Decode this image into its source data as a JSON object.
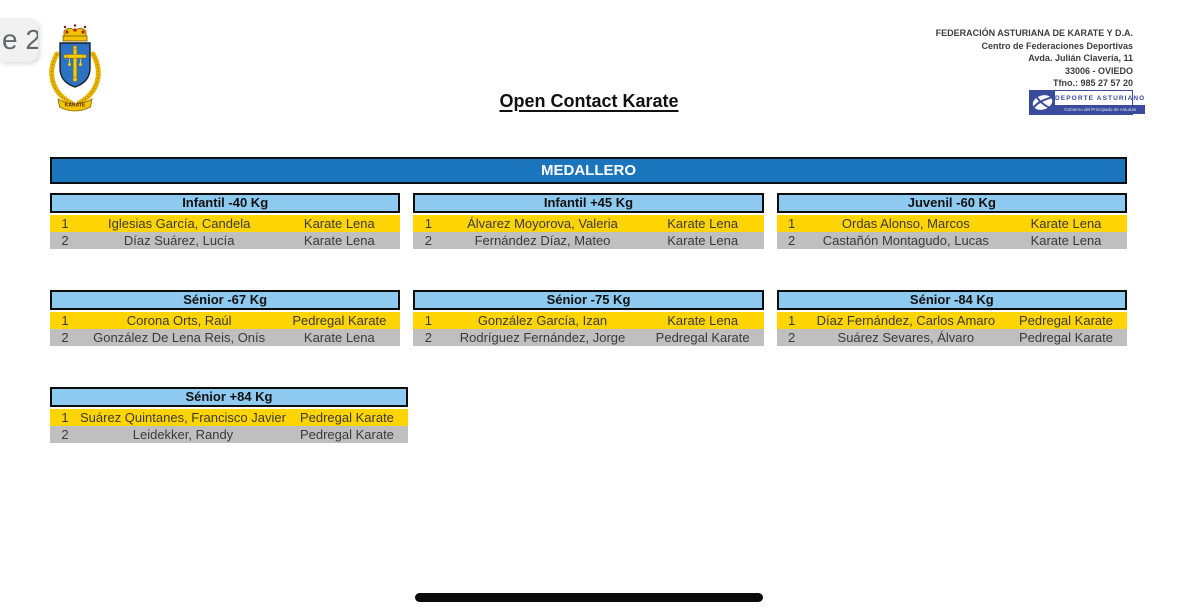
{
  "viewer": {
    "page_badge": "e 2"
  },
  "letterhead": {
    "org_lines": [
      "FEDERACIÓN ASTURIANA DE KARATE Y D.A.",
      "Centro de Federaciones Deportivas",
      "Avda. Julián Clavería, 11",
      "33006 - OVIEDO",
      "Tfno.: 985 27 57 20"
    ],
    "crest_caption": "KARATE",
    "sponsor": {
      "title": "DEPORTE ASTURIANO",
      "subtitle": "Gobierno del Principado de Asturias"
    }
  },
  "title": "Open Contact Karate",
  "medallero_heading": "MEDALLERO",
  "colors": {
    "banner_blue": "#1b75bc",
    "category_header_blue": "#8ecaef",
    "gold_row": "#ffd403",
    "silver_row": "#bfbfbf"
  },
  "categories": [
    {
      "name": "Infantil -40 Kg",
      "results": [
        {
          "rank": "1",
          "athlete": "Iglesias García, Candela",
          "club": "Karate Lena"
        },
        {
          "rank": "2",
          "athlete": "Díaz Suárez, Lucía",
          "club": "Karate Lena"
        }
      ]
    },
    {
      "name": "Infantil +45 Kg",
      "results": [
        {
          "rank": "1",
          "athlete": "Álvarez Moyorova, Valeria",
          "club": "Karate Lena"
        },
        {
          "rank": "2",
          "athlete": "Fernández Díaz, Mateo",
          "club": "Karate Lena"
        }
      ]
    },
    {
      "name": "Juvenil -60 Kg",
      "results": [
        {
          "rank": "1",
          "athlete": "Ordas Alonso, Marcos",
          "club": "Karate Lena"
        },
        {
          "rank": "2",
          "athlete": "Castañón Montagudo, Lucas",
          "club": "Karate Lena"
        }
      ]
    },
    {
      "name": "Sénior -67 Kg",
      "results": [
        {
          "rank": "1",
          "athlete": "Corona Orts, Raúl",
          "club": "Pedregal Karate"
        },
        {
          "rank": "2",
          "athlete": "González De Lena Reis, Onís",
          "club": "Karate Lena"
        }
      ]
    },
    {
      "name": "Sénior -75 Kg",
      "results": [
        {
          "rank": "1",
          "athlete": "González García, Izan",
          "club": "Karate Lena"
        },
        {
          "rank": "2",
          "athlete": "Rodríguez Fernández, Jorge",
          "club": "Pedregal Karate"
        }
      ]
    },
    {
      "name": "Sénior -84 Kg",
      "results": [
        {
          "rank": "1",
          "athlete": "Díaz Fernández, Carlos Amaro",
          "club": "Pedregal Karate"
        },
        {
          "rank": "2",
          "athlete": "Suárez Sevares, Álvaro",
          "club": "Pedregal Karate"
        }
      ]
    },
    {
      "name": "Sénior +84 Kg",
      "results": [
        {
          "rank": "1",
          "athlete": "Suárez Quintanes, Francisco Javier",
          "club": "Pedregal Karate"
        },
        {
          "rank": "2",
          "athlete": "Leidekker, Randy",
          "club": "Pedregal Karate"
        }
      ]
    }
  ]
}
